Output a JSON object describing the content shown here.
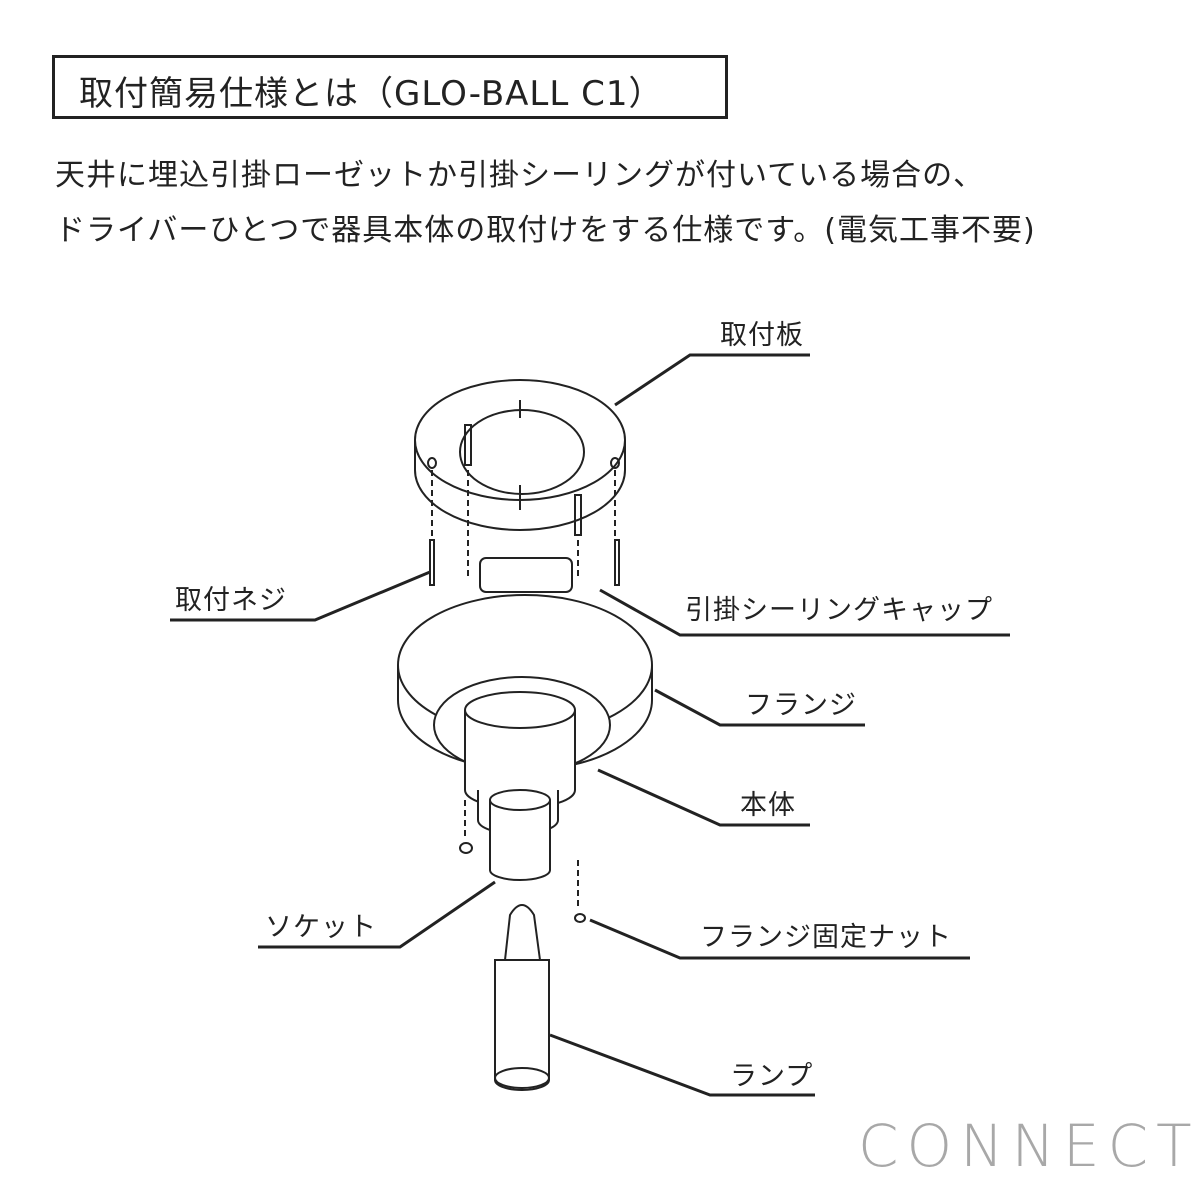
{
  "title": "取付簡易仕様とは（GLO-BALL C1）",
  "description": [
    "天井に埋込引掛ローゼットか引掛シーリングが付いている場合の、",
    "ドライバーひとつで器具本体の取付けをする仕様です。(電気工事不要)"
  ],
  "labels": {
    "mounting_plate": "取付板",
    "mounting_screw": "取付ネジ",
    "ceiling_cap": "引掛シーリングキャップ",
    "flange": "フランジ",
    "body": "本体",
    "socket": "ソケット",
    "flange_nut": "フランジ固定ナット",
    "lamp": "ランプ"
  },
  "watermark": "CONNECT"
}
